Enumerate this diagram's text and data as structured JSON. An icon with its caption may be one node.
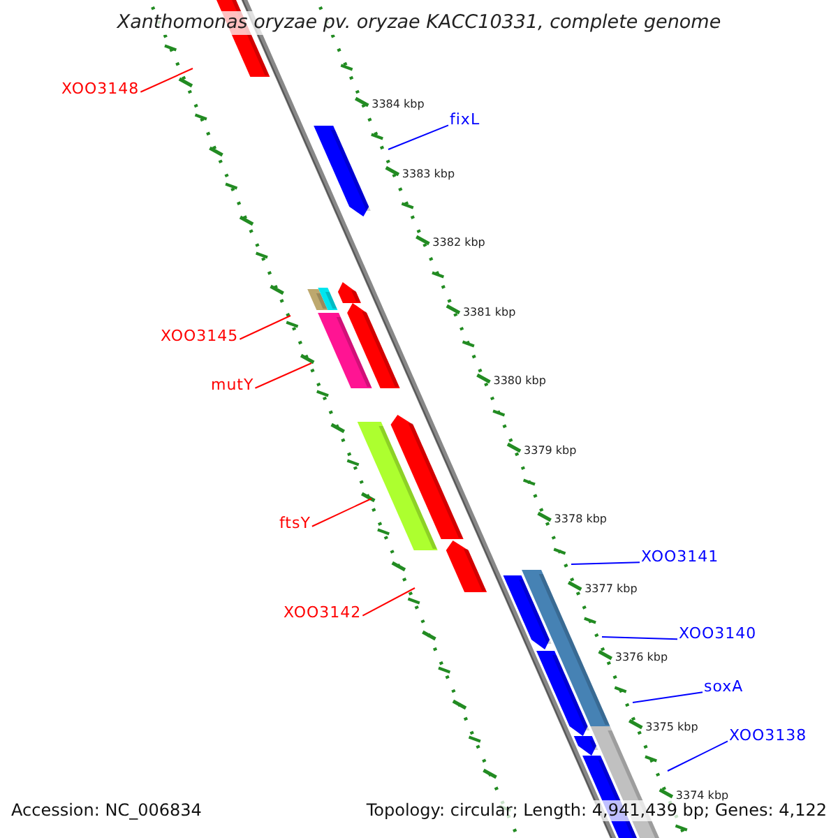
{
  "diagram": {
    "title": "Xanthomonas oryzae pv. oryzae KACC10331, complete genome",
    "nodes": [
      {
        "text": [
          "XOO3148"
        ]
      },
      {
        "text": [
          "fixL"
        ]
      },
      {
        "text": [
          "XOO3145"
        ]
      },
      {
        "text": [
          "mutY"
        ]
      },
      {
        "text": [
          "ftsY"
        ]
      },
      {
        "text": [
          "XOO3142"
        ]
      },
      {
        "text": [
          "XOO3141"
        ]
      },
      {
        "text": [
          "XOO3140"
        ]
      },
      {
        "text": [
          "soxA"
        ]
      },
      {
        "text": [
          "XOO3138"
        ]
      }
    ],
    "edges": [
      {
        "from": 0,
        "to": null,
        "arrow": "none"
      },
      {
        "from": 1,
        "to": null,
        "arrow": "none",
        "color": "#0000ff"
      },
      {
        "from": 2,
        "to": null,
        "arrow": "none"
      },
      {
        "from": 3,
        "to": null,
        "arrow": "none"
      },
      {
        "from": 4,
        "to": null,
        "arrow": "none"
      },
      {
        "from": 5,
        "to": null,
        "arrow": "none"
      },
      {
        "from": 6,
        "to": null,
        "arrow": "none",
        "color": "#0000ff"
      },
      {
        "from": 7,
        "to": null,
        "arrow": "none",
        "color": "#0000ff"
      },
      {
        "from": 8,
        "to": null,
        "arrow": "none",
        "color": "#0000ff"
      },
      {
        "from": 9,
        "to": null,
        "arrow": "none",
        "color": "#0000ff"
      }
    ],
    "labels": [
      "3384 kbp",
      "3383 kbp",
      "3382 kbp",
      "3381 kbp",
      "3380 kbp",
      "3379 kbp",
      "3378 kbp",
      "3377 kbp",
      "3376 kbp",
      "3375 kbp",
      "3374 kbp",
      "Accession: NC_006834",
      "Topology: circular; Length: 4,941,439 bp; Genes: 4,122"
    ]
  }
}
